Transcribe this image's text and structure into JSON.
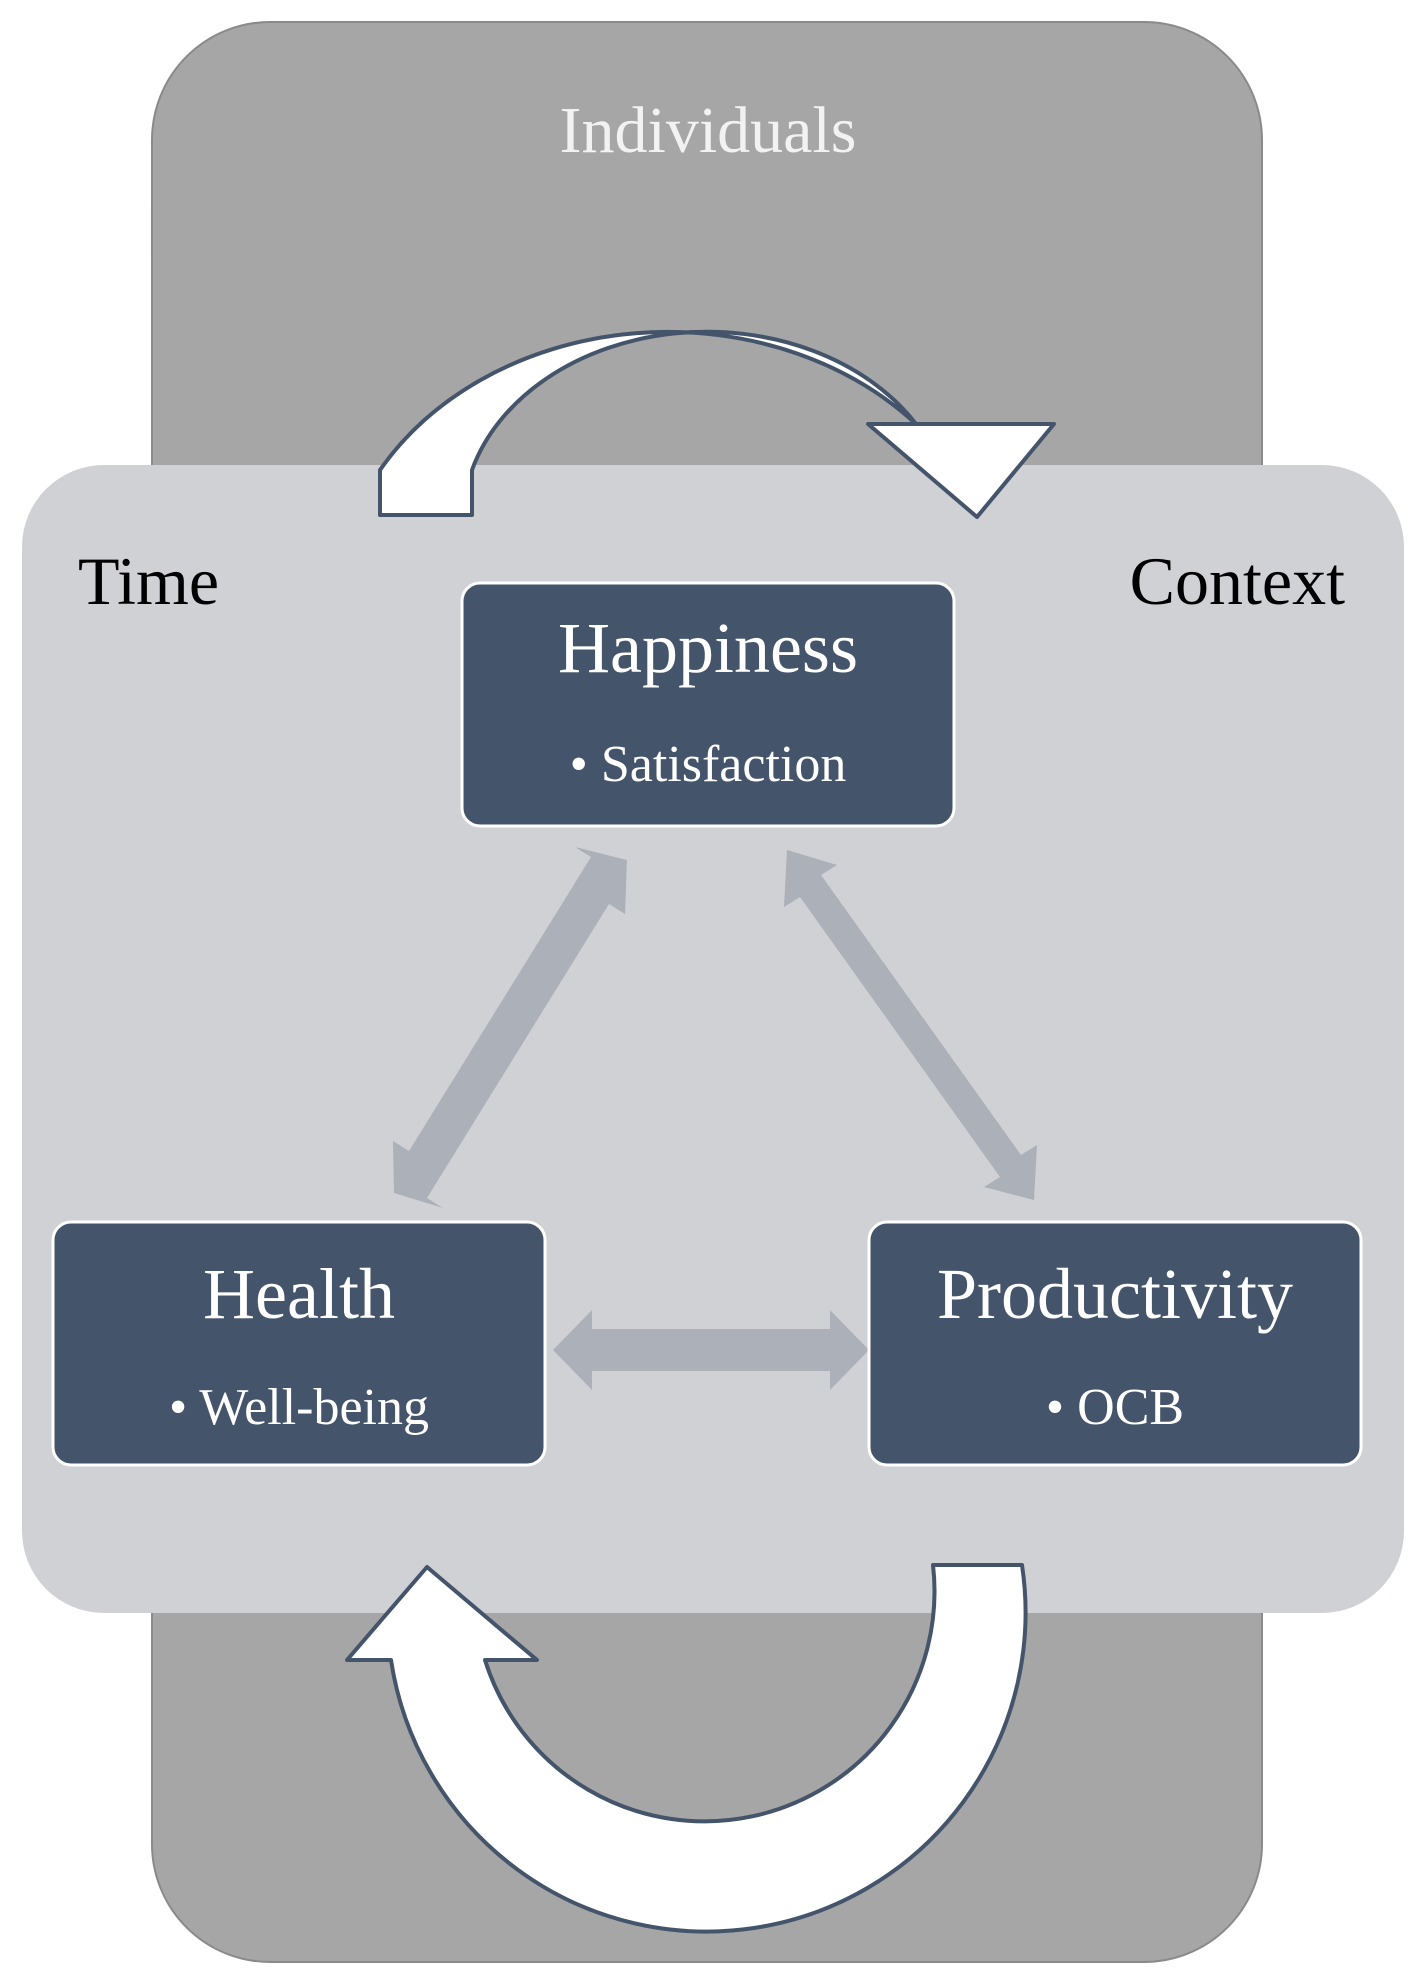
{
  "diagram": {
    "outer_label": "Individuals",
    "corner_labels": {
      "left": "Time",
      "right": "Context"
    },
    "nodes": [
      {
        "id": "happiness",
        "title": "Happiness",
        "bullet": "Satisfaction"
      },
      {
        "id": "health",
        "title": "Health",
        "bullet": "Well-being"
      },
      {
        "id": "productivity",
        "title": "Productivity",
        "bullet": "OCB"
      }
    ],
    "links": [
      {
        "from": "happiness",
        "to": "health",
        "type": "bidirectional"
      },
      {
        "from": "happiness",
        "to": "productivity",
        "type": "bidirectional"
      },
      {
        "from": "health",
        "to": "productivity",
        "type": "bidirectional"
      }
    ],
    "cycle_arrows": [
      {
        "position": "top",
        "direction": "clockwise"
      },
      {
        "position": "bottom",
        "direction": "clockwise"
      }
    ],
    "bullet_symbol": "•",
    "colors": {
      "outer_panel": "#a6a6a6",
      "inner_panel": "#d0d1d5",
      "node_fill": "#44546a",
      "node_text": "#ffffff",
      "link_arrow": "#acb0b8",
      "cycle_arrow_fill": "#ffffff",
      "cycle_arrow_stroke": "#44546a",
      "outer_label_text": "#f2f2f2",
      "corner_label_text": "#000000"
    }
  }
}
